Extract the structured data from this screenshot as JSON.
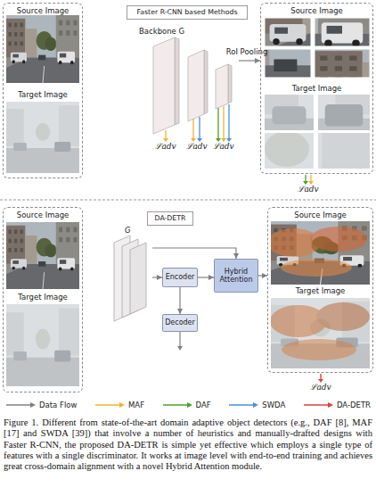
{
  "diagram": {
    "caption": "Figure 1. Different from state-of-the-art domain adaptive object detectors (e.g., DAF [8], MAF [17] and SWDA [39]) that involve a number of heuristics and manually-drafted designs with Faster R-CNN, the proposed DA-DETR is simple yet effective which employs a single type of features with a single discriminator. It works at image level with end-to-end training and achieves great cross-domain alignment with a novel Hybrid Attention module.",
    "nodes": [
      {
        "text": [
          "Source Image",
          "Target Image"
        ]
      },
      {
        "text": [
          "Faster R-CNN based Methods"
        ]
      },
      {
        "text": [
          "Backbone G"
        ]
      },
      {
        "text": [
          "Source Image",
          "Target Image"
        ]
      },
      {
        "text": [
          "Source Image",
          "Target Image"
        ]
      },
      {
        "text": [
          "DA-DETR"
        ]
      },
      {
        "text": [
          "G"
        ]
      },
      {
        "text": [
          "Encoder"
        ]
      },
      {
        "text": [
          "Hybrid Attention"
        ]
      },
      {
        "text": [
          "Decoder"
        ]
      },
      {
        "text": [
          "Source Image",
          "Target Image"
        ]
      }
    ],
    "edges": [
      {
        "from": 2,
        "to": 3,
        "arrow": "to",
        "label": "RoI Pooling"
      },
      {
        "from": 6,
        "to": 7,
        "arrow": "to"
      },
      {
        "from": 6,
        "to": 8,
        "arrow": "to"
      },
      {
        "from": 7,
        "to": 8,
        "arrow": "to"
      },
      {
        "from": 7,
        "to": 9,
        "arrow": "to"
      },
      {
        "from": 8,
        "to": 10,
        "arrow": "to"
      }
    ],
    "labels": [
      "ℒadv",
      "ℒadv",
      "ℒadv",
      "ℒadv",
      "ℒadv"
    ],
    "legend": [
      {
        "text": "Data Flow",
        "color": "#808080"
      },
      {
        "text": "MAF",
        "color": "#f2b233"
      },
      {
        "text": "DAF",
        "color": "#4f9e2d"
      },
      {
        "text": "SWDA",
        "color": "#4a8fd8"
      },
      {
        "text": "DA-DETR",
        "color": "#e0413a"
      }
    ]
  }
}
